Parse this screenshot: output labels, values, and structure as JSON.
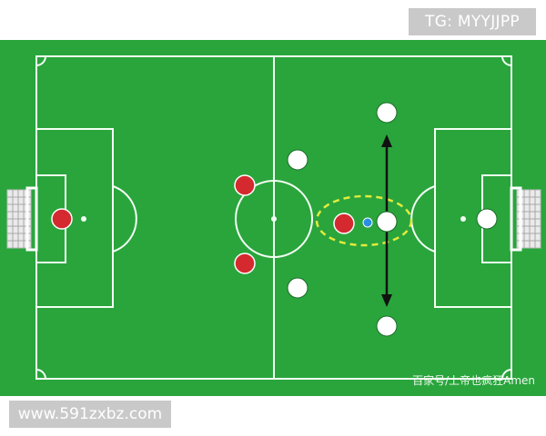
{
  "top_tag": "TG: MYYJJPP",
  "bottom_tag": "www.591zxbz.com",
  "credit": "百家号/上帝也疯狂Amen",
  "colors": {
    "pitch": "#29a53c",
    "line": "#f4fff4",
    "red_team": "#d42a2f",
    "white_team": "#ffffff",
    "ball": "#2a8fe0",
    "highlight": "#e3ea3c",
    "arrow": "#111111"
  }
}
